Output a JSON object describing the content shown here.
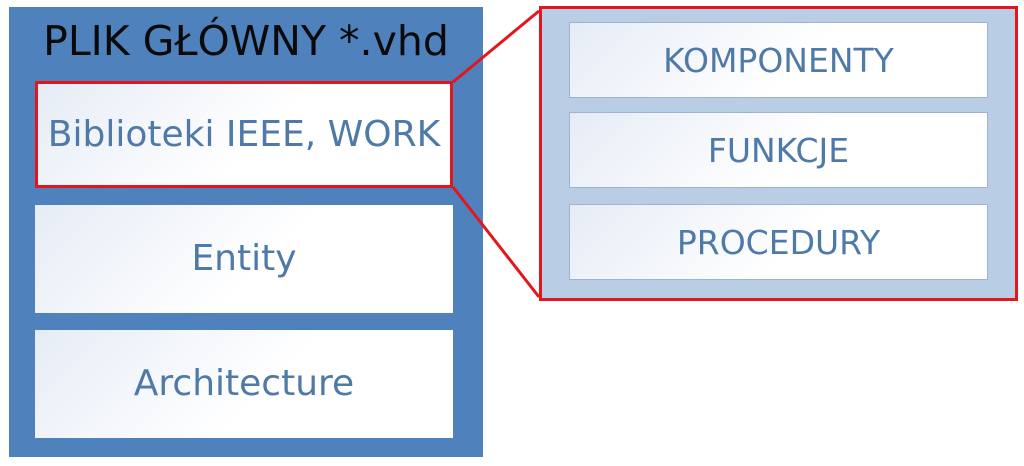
{
  "main_file": {
    "title": "PLIK GŁÓWNY *.vhd",
    "blocks": [
      "Biblioteki IEEE, WORK",
      "Entity",
      "Architecture"
    ]
  },
  "library_contents": {
    "items": [
      "KOMPONENTY",
      "FUNKCJE",
      "PROCEDURY"
    ]
  },
  "colors": {
    "main_panel": "#4f81bd",
    "detail_panel": "#b9cde5",
    "highlight": "#e3161d",
    "block_text": "#4f7aa8",
    "title_text": "#0a0a0a"
  }
}
